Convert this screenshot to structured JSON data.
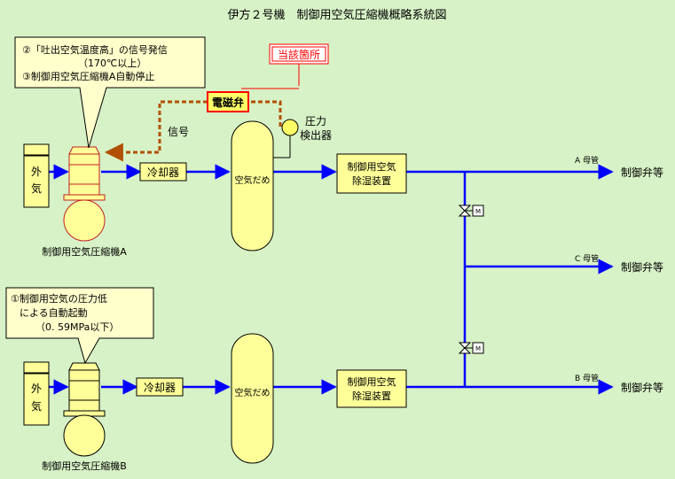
{
  "title": "伊方２号機　制御用空気圧縮機概略系統図",
  "labels": {
    "outside_air": [
      "外",
      "気"
    ],
    "cooler": "冷却器",
    "air_tank": "空気だめ",
    "dehumidifier": [
      "制御用空気",
      "除湿装置"
    ],
    "solenoid_valve": "電磁弁",
    "relevant_part": "当該箇所",
    "pressure_detector": [
      "圧力",
      "検出器"
    ],
    "signal": "信号",
    "compressor_a": "制御用空気圧縮機A",
    "compressor_b": "制御用空気圧縮機B",
    "header_a": "A 母管",
    "header_b": "B 母管",
    "header_c": "C 母管",
    "to_control_valves": "制御弁等",
    "motor_valve": "M"
  },
  "callouts": {
    "a": [
      "②「吐出空気温度高」の信号発信",
      "（170℃以上）",
      "③制御用空気圧縮機A自動停止"
    ],
    "b": [
      "①制御用空気の圧力低",
      "による自動起動",
      "（0. 59MPa以下）"
    ]
  },
  "colors": {
    "background": "#d7f2c6",
    "equipment_fill": "#ffff99",
    "pipe": "#0000ff",
    "signal_line": "#b05000",
    "highlight": "#ff0000",
    "callout_fill": "#ffffcc"
  }
}
